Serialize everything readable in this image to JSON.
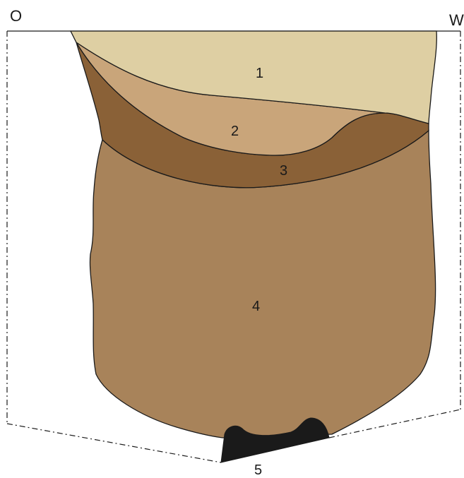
{
  "orientation": {
    "left": "O",
    "right": "W"
  },
  "layers": [
    {
      "id": "1",
      "label": "1",
      "color": "#decfa3"
    },
    {
      "id": "2",
      "label": "2",
      "color": "#c9a57a"
    },
    {
      "id": "3",
      "label": "3",
      "color": "#8a6137"
    },
    {
      "id": "4",
      "label": "4",
      "color": "#a8835a"
    },
    {
      "id": "5",
      "label": "5",
      "color": "#1a1a1a"
    }
  ]
}
